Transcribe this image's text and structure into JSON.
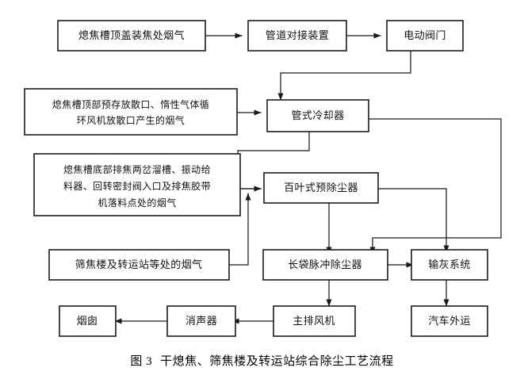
{
  "figure": {
    "caption_number": "图 3",
    "caption_text": "干熄焦、筛焦楼及转运站综合除尘工艺流程",
    "colors": {
      "background": "#ffffff",
      "box_stroke": "#1a1a1a",
      "line_stroke": "#1a1a1a",
      "text": "#111111"
    }
  },
  "nodes": {
    "charging_smoke": {
      "label": "熄焦槽顶盖装焦处烟气",
      "lines": [
        "熄焦槽顶盖装焦处烟气"
      ]
    },
    "pipe_docking": {
      "label": "管道对接装置",
      "lines": [
        "管道对接装置"
      ]
    },
    "electric_valve": {
      "label": "电动阀门",
      "lines": [
        "电动阀门"
      ]
    },
    "top_vent_smoke": {
      "label": "熄焦槽顶部预存放散口、惰性气体循环风机放散口产生的烟气",
      "lines": [
        "熄焦槽顶部预存放散口、惰性气体循",
        "环风机放散口产生的烟气"
      ]
    },
    "tube_cooler": {
      "label": "管式冷却器",
      "lines": [
        "管式冷却器"
      ]
    },
    "bottom_discharge_smoke": {
      "label": "熄焦槽底部排焦两岔溜槽、振动给料器、回转密封阀入口及排焦胶带机落料点处的烟气",
      "lines": [
        "熄焦槽底部排焦两岔溜槽、振动给",
        "料器、回转密封阀入口及排焦胶带",
        "机落料点处的烟气"
      ]
    },
    "louver_predust": {
      "label": "百叶式预除尘器",
      "lines": [
        "百叶式预除尘器"
      ]
    },
    "screening_smoke": {
      "label": "筛焦楼及转运站等处的烟气",
      "lines": [
        "筛焦楼及转运站等处的烟气"
      ]
    },
    "long_bag_filter": {
      "label": "长袋脉冲除尘器",
      "lines": [
        "长袋脉冲除尘器"
      ]
    },
    "ash_conveying": {
      "label": "输灰系统",
      "lines": [
        "输灰系统"
      ]
    },
    "main_fan": {
      "label": "主排风机",
      "lines": [
        "主排风机"
      ]
    },
    "silencer": {
      "label": "消声器",
      "lines": [
        "消声器"
      ]
    },
    "chimney": {
      "label": "烟囱",
      "lines": [
        "烟囱"
      ]
    },
    "truck_transport": {
      "label": "汽车外运",
      "lines": [
        "汽车外运"
      ]
    }
  },
  "edges": [
    {
      "name": "charging-to-pipe",
      "from": "charging_smoke",
      "to": "pipe_docking"
    },
    {
      "name": "pipe-to-valve",
      "from": "pipe_docking",
      "to": "electric_valve"
    },
    {
      "name": "valve-to-cooler",
      "from": "electric_valve",
      "to": "tube_cooler"
    },
    {
      "name": "topvent-to-cooler",
      "from": "top_vent_smoke",
      "to": "tube_cooler"
    },
    {
      "name": "cooler-to-bagfilter",
      "from": "tube_cooler",
      "to": "long_bag_filter"
    },
    {
      "name": "cooler-to-predust",
      "from": "tube_cooler",
      "to": "louver_predust"
    },
    {
      "name": "bottomdischarge-to-predust",
      "from": "bottom_discharge_smoke",
      "to": "louver_predust"
    },
    {
      "name": "screening-to-predust",
      "from": "screening_smoke",
      "to": "louver_predust"
    },
    {
      "name": "predust-to-bagfilter",
      "from": "louver_predust",
      "to": "long_bag_filter"
    },
    {
      "name": "predust-to-ash",
      "from": "louver_predust",
      "to": "ash_conveying"
    },
    {
      "name": "bagfilter-to-ash",
      "from": "long_bag_filter",
      "to": "ash_conveying"
    },
    {
      "name": "bagfilter-to-fan",
      "from": "long_bag_filter",
      "to": "main_fan"
    },
    {
      "name": "fan-to-silencer",
      "from": "main_fan",
      "to": "silencer"
    },
    {
      "name": "silencer-to-chimney",
      "from": "silencer",
      "to": "chimney"
    },
    {
      "name": "ash-to-truck",
      "from": "ash_conveying",
      "to": "truck_transport"
    }
  ]
}
